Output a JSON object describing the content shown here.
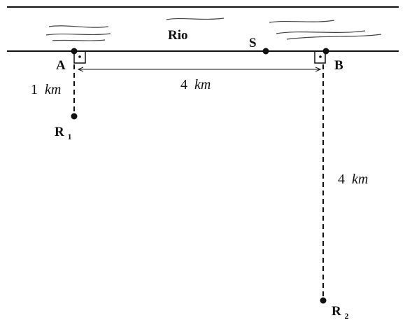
{
  "diagram": {
    "river_label": "Rio",
    "point_A": "A",
    "point_B": "B",
    "point_S": "S",
    "point_R1": "R",
    "point_R1_sub": "1",
    "point_R2": "R",
    "point_R2_sub": "2",
    "dist_AR1_num": "1",
    "dist_AR1_unit": "km",
    "dist_AB_num": "4",
    "dist_AB_unit": "km",
    "dist_BR2_num": "4",
    "dist_BR2_unit": "km",
    "ink_color": "#111111"
  }
}
